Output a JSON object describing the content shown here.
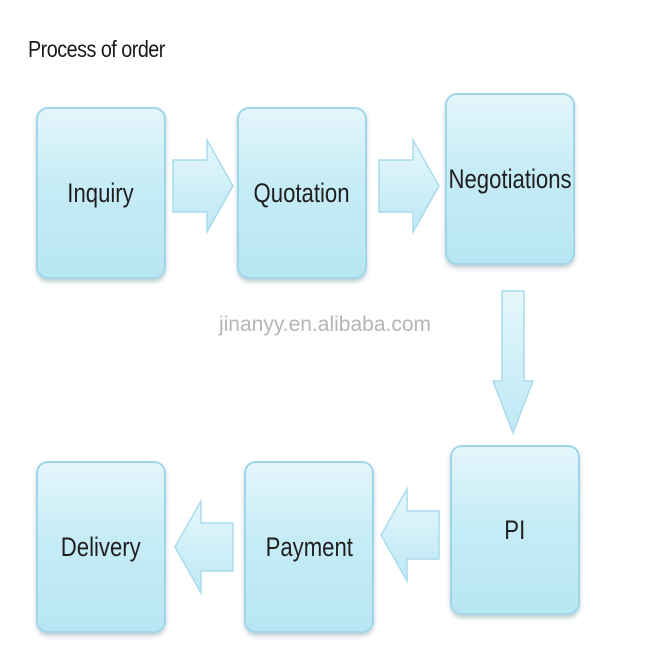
{
  "title": "Process of order",
  "watermark": "jinanyy.en.alibaba.com",
  "steps": {
    "inquiry": "Inquiry",
    "quotation": "Quotation",
    "negotiations": "Negotiations",
    "pi": "PI",
    "payment": "Payment",
    "delivery": "Delivery"
  },
  "colors": {
    "box_fill": "#c6ecf6",
    "box_border": "#9fd6ea",
    "arrow_fill": "#c6ecf6"
  }
}
